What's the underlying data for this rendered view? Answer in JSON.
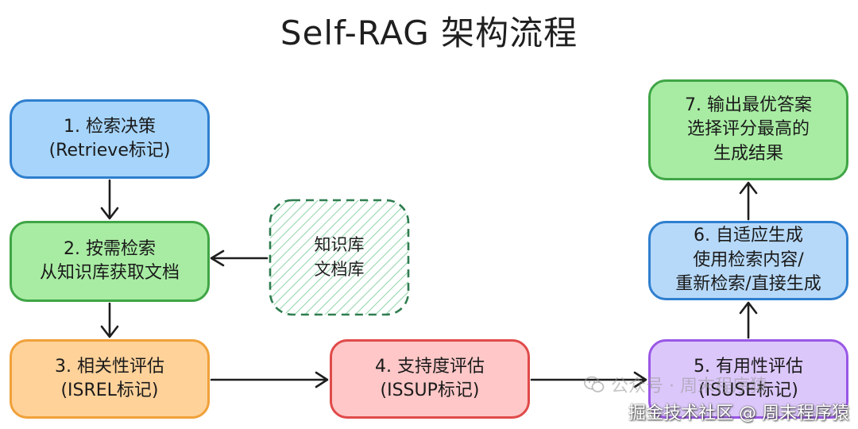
{
  "title": "Self-RAG 架构流程",
  "nodes": {
    "step1": {
      "line1": "1. 检索决策",
      "line2": "(Retrieve标记)"
    },
    "step2": {
      "line1": "2. 按需检索",
      "line2": "从知识库获取文档"
    },
    "step3": {
      "line1": "3. 相关性评估",
      "line2": "(ISREL标记)"
    },
    "step4": {
      "line1": "4. 支持度评估",
      "line2": "(ISSUP标记)"
    },
    "step5": {
      "line1": "5. 有用性评估",
      "line2": "(ISUSE标记)"
    },
    "step6": {
      "line1": "6. 自适应生成",
      "line2": "使用检索内容/",
      "line3": "重新检索/直接生成"
    },
    "step7": {
      "line1": "7. 输出最优答案",
      "line2": "选择评分最高的",
      "line3": "生成结果"
    }
  },
  "knowledge_base": {
    "line1": "知识库",
    "line2": "文档库"
  },
  "edges": [
    {
      "from": "step1",
      "to": "step2"
    },
    {
      "from": "knowledge_base",
      "to": "step2"
    },
    {
      "from": "step2",
      "to": "step3"
    },
    {
      "from": "step3",
      "to": "step4"
    },
    {
      "from": "step4",
      "to": "step5"
    },
    {
      "from": "step5",
      "to": "step6"
    },
    {
      "from": "step6",
      "to": "step7"
    }
  ],
  "watermark": {
    "line1": "公众号 · 周末程序猿",
    "line2": "掘金技术社区 @ 周末程序猿"
  },
  "colors": {
    "step1_fill": "#a6d4fa",
    "step1_border": "#2f7fcf",
    "step2_fill": "#a8eca3",
    "step2_border": "#3fa545",
    "step3_fill": "#ffd29a",
    "step3_border": "#f0a13a",
    "step4_fill": "#ffc7c7",
    "step4_border": "#e04a4a",
    "step5_fill": "#dcc7fb",
    "step5_border": "#9a57e6",
    "step6_fill": "#b7d9f9",
    "step6_border": "#2f7fcf",
    "step7_fill": "#a8eca3",
    "step7_border": "#3fa545",
    "knowledge_base_border": "#2e7d4f"
  }
}
